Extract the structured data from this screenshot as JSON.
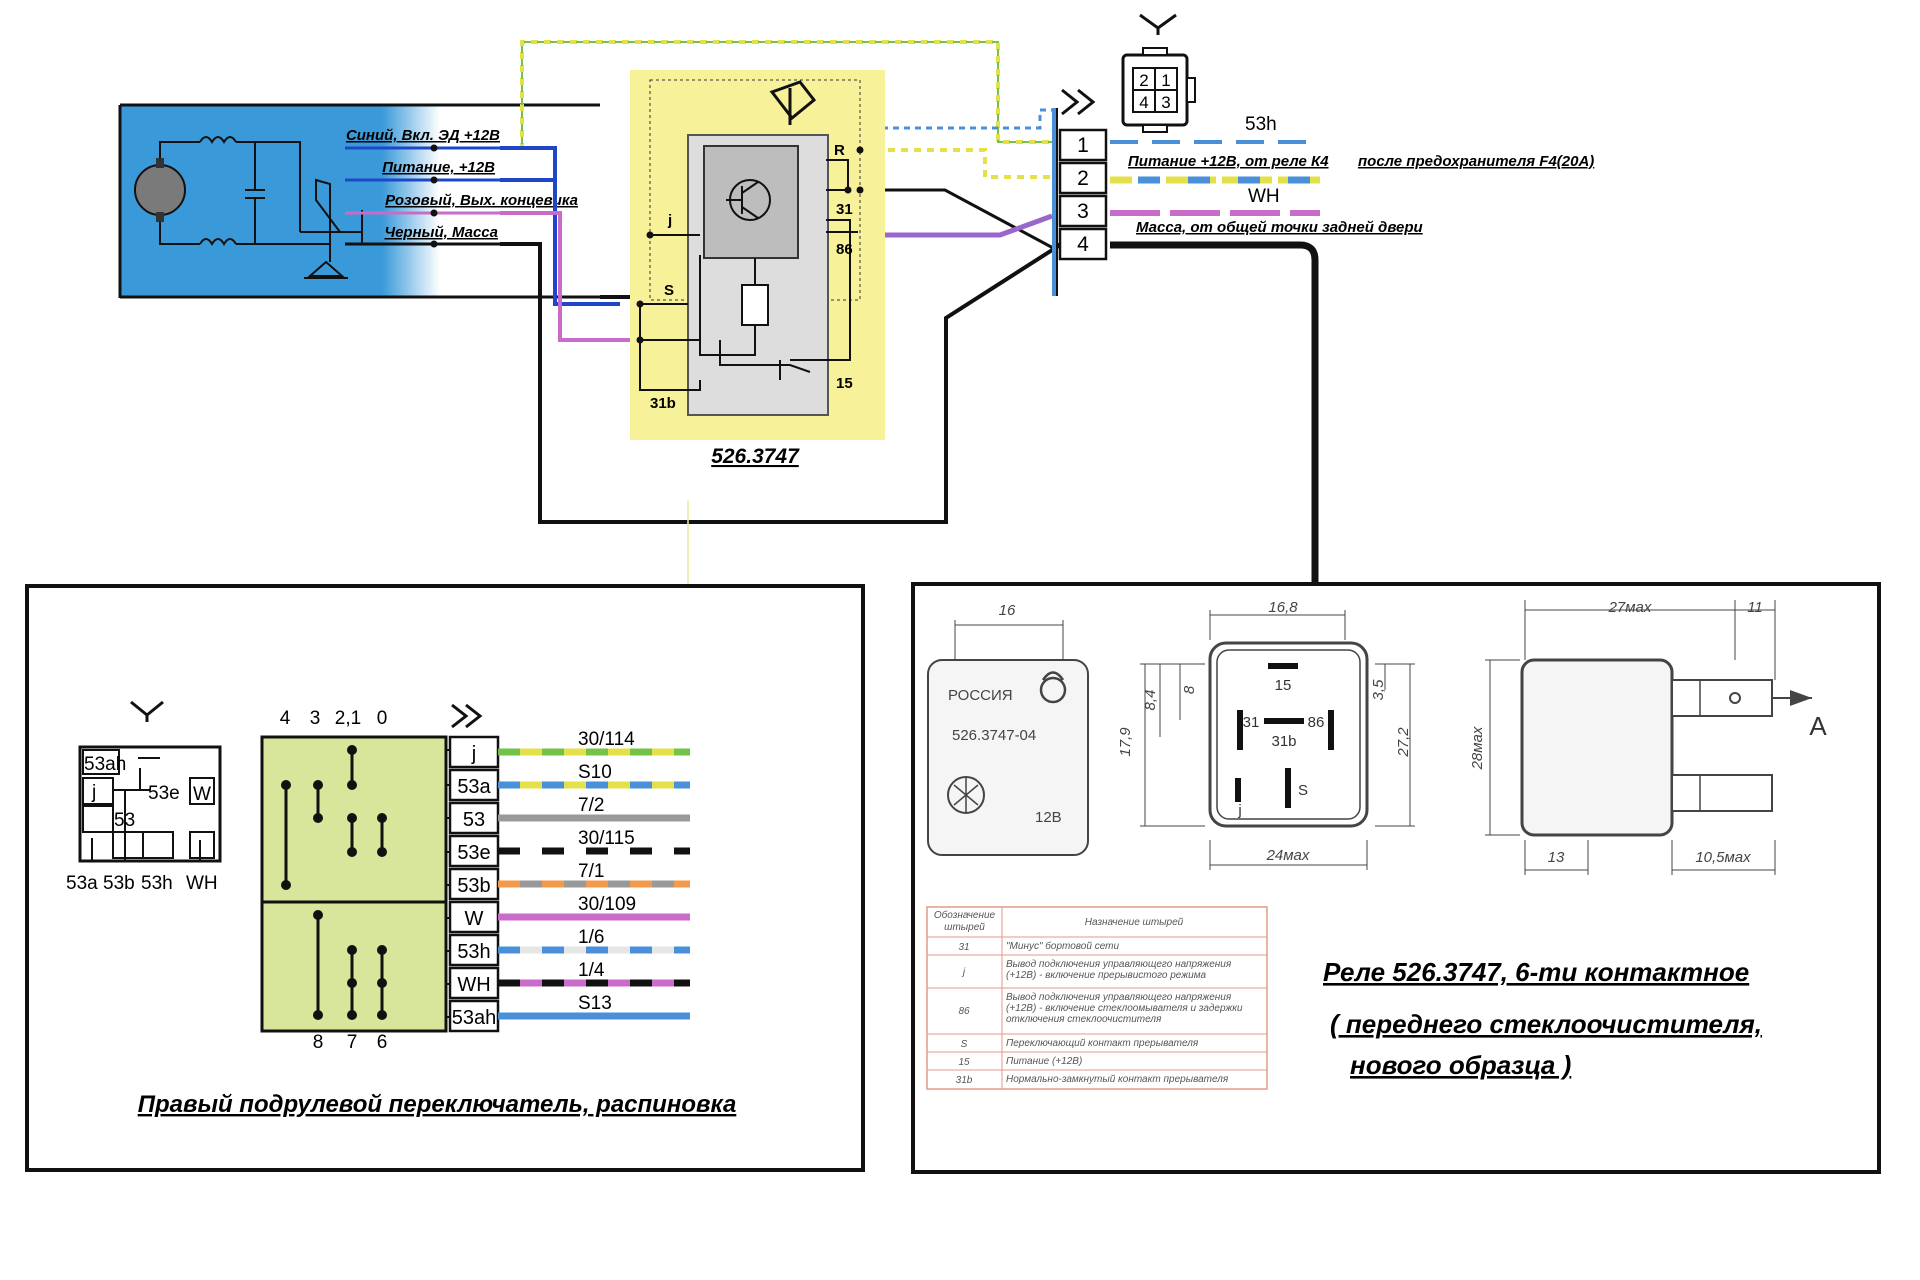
{
  "colors": {
    "motor_bg": "#3a9ad9",
    "relay_bg": "#f7f199",
    "switch_bg": "#d8e69c",
    "blue": "#1f45c8",
    "pink": "#c96bc8",
    "black": "#111111",
    "yellow": "#e4e04a",
    "green": "#74c348",
    "lightblue": "#4a90d9",
    "gray": "#999999",
    "orange": "#f2994a",
    "purple": "#9966cc",
    "table_border": "#e39a8c"
  },
  "top": {
    "motor_labels": {
      "blue": "Синий, Вкл. ЭД +12В",
      "power": "Питание, +12В",
      "pink": "Розовый, Вых. концевика",
      "black": "Черный, Масса"
    },
    "relay_title": "526.3747",
    "relay_pins": {
      "R": "R",
      "p31": "31",
      "p86": "86",
      "j": "j",
      "S": "S",
      "p15": "15",
      "p31b": "31b"
    },
    "connector_numbers": [
      "1",
      "2",
      "3",
      "4"
    ],
    "connector_icon_pins": [
      "2",
      "1",
      "4",
      "3"
    ],
    "wire_labels": {
      "w53h": "53h",
      "power_a": "Питание +12В, от реле К4",
      "power_b": "после предохранителя F4(20А)",
      "WH": "WH",
      "ground": "Масса, от общей точки задней двери"
    }
  },
  "left_panel": {
    "caption": "Правый подрулевой переключатель, распиновка",
    "top_positions": [
      "4",
      "3",
      "2,1",
      "0"
    ],
    "bottom_positions": [
      "8",
      "7",
      "6"
    ],
    "pins": [
      "j",
      "53a",
      "53",
      "53e",
      "53b",
      "W",
      "53h",
      "WH",
      "53ah"
    ],
    "wire_codes": [
      "30/114",
      "S10",
      "7/2",
      "30/115",
      "7/1",
      "30/109",
      "1/6",
      "1/4",
      "S13"
    ],
    "small_connector": {
      "top_label": "53ah",
      "j": "j",
      "n53e": "53e",
      "W": "W",
      "n53": "53",
      "bottom": [
        "53a",
        "53b",
        "53h",
        "WH"
      ]
    }
  },
  "right_panel": {
    "caption_line1": "Реле 526.3747, 6-ти контактное",
    "caption_line2": "( переднего стеклоочистителя,",
    "caption_line3": "нового образца )",
    "body_text": {
      "country": "РОССИЯ",
      "model": "526.3747-04",
      "voltage": "12В"
    },
    "dims": {
      "d16": "16",
      "d168": "16,8",
      "d179": "17,9",
      "d84": "8,4",
      "d8": "8",
      "d35": "3,5",
      "d272": "27,2",
      "d24max": "24мах",
      "d27max": "27мах",
      "d11": "11",
      "d28max": "28мах",
      "d13": "13",
      "d105max": "10,5мах",
      "A": "А"
    },
    "pin_labels": {
      "p15": "15",
      "p31": "31",
      "p86": "86",
      "p31b": "31b",
      "j": "j",
      "S": "S"
    },
    "table": {
      "header_pin": "Обозначение штырей",
      "header_desc": "Назначение штырей",
      "rows": [
        {
          "pin": "31",
          "desc": "\"Минус\" бортовой сети"
        },
        {
          "pin": "j",
          "desc": "Вывод подключения управляющего напряжения (+12В) - включение прерывистого режима"
        },
        {
          "pin": "86",
          "desc": "Вывод подключения управляющего напряжения (+12В) - включение стеклоомывателя и задержки отключения стеклоочистителя"
        },
        {
          "pin": "S",
          "desc": "Переключающий контакт прерывателя"
        },
        {
          "pin": "15",
          "desc": "Питание (+12В)"
        },
        {
          "pin": "31b",
          "desc": "Нормально-замкнутый контакт прерывателя"
        }
      ]
    }
  }
}
